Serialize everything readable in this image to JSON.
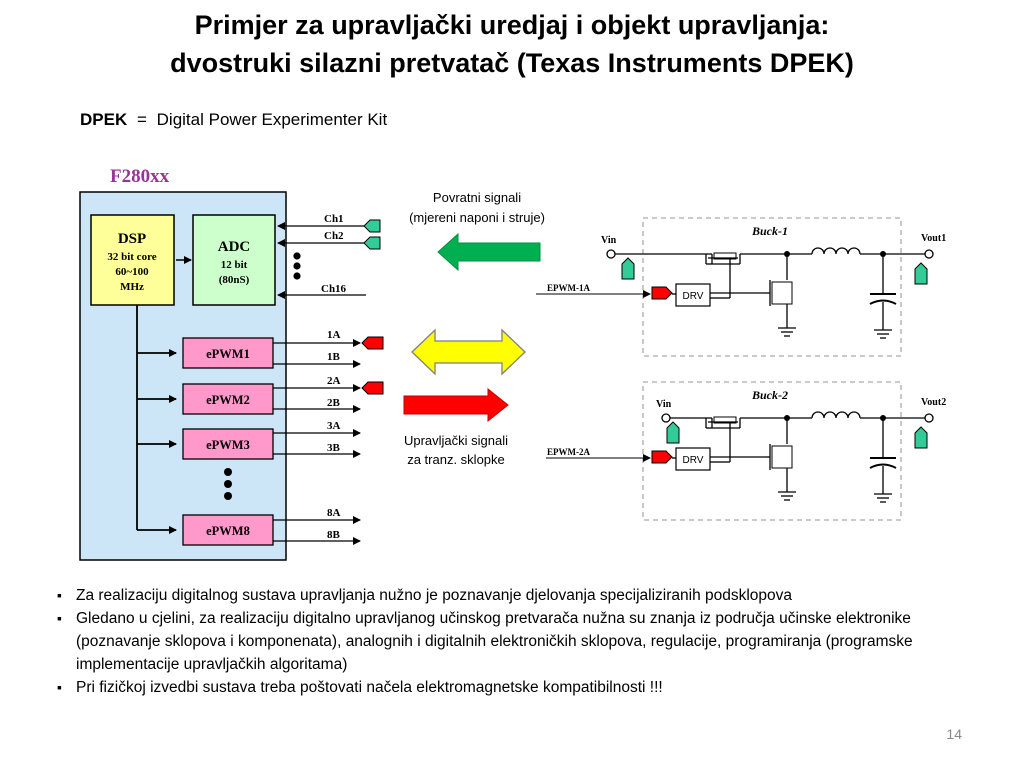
{
  "title": {
    "line1": "Primjer za upravljački uredjaj i objekt upravljanja:",
    "line2": "dvostruki silazni pretvatač (Texas Instruments DPEK)"
  },
  "definition": {
    "term": "DPEK",
    "equals": "=",
    "meaning": "Digital Power Experimenter Kit"
  },
  "controller": {
    "name": "F280xx",
    "dsp": {
      "title": "DSP",
      "line1": "32 bit core",
      "line2": "60~100",
      "line3": "MHz"
    },
    "adc": {
      "title": "ADC",
      "line1": "12 bit",
      "line2": "(80nS)"
    },
    "channels": [
      "Ch1",
      "Ch2",
      "Ch16"
    ],
    "epwm_modules": [
      "ePWM1",
      "ePWM2",
      "ePWM3",
      "ePWM8"
    ],
    "pwm_outputs": [
      "1A",
      "1B",
      "2A",
      "2B",
      "3A",
      "3B",
      "8A",
      "8B"
    ]
  },
  "arrows": {
    "feedback_line1": "Povratni signali",
    "feedback_line2": "(mjereni naponi i struje)",
    "control_line1": "Upravljački signali",
    "control_line2": "za tranz. sklopke",
    "colors": {
      "feedback": "#00b050",
      "bidirectional": "#ffff00",
      "control": "#ff0000"
    }
  },
  "converters": [
    {
      "name": "Buck-1",
      "vin": "Vin",
      "vout": "Vout1",
      "pwm": "EPWM-1A",
      "driver": "DRV"
    },
    {
      "name": "Buck-2",
      "vin": "Vin",
      "vout": "Vout2",
      "pwm": "EPWM-2A",
      "driver": "DRV"
    }
  ],
  "bullets": [
    "Za realizaciju digitalnog sustava upravljanja nužno je poznavanje djelovanja specijaliziranih podsklopova",
    "Gledano u cjelini, za realizaciju digitalno upravljanog učinskog pretvarača nužna su znanja iz područja učinske elektronike (poznavanje sklopova i komponenata), analognih i digitalnih elektroničkih sklopova, regulacije, programiranja (programske implementacije upravljačkih algoritama)",
    "Pri fizičkoj izvedbi sustava treba poštovati načela elektromagnetske kompatibilnosti !!!"
  ],
  "page_number": "14",
  "colors": {
    "controller_bg": "#cce6f7",
    "dsp_bg": "#ffff99",
    "adc_bg": "#ccffcc",
    "epwm_bg": "#ff99cc",
    "device_name": "#993399",
    "connector_teal": "#33cc99",
    "connector_red": "#ff0000"
  }
}
